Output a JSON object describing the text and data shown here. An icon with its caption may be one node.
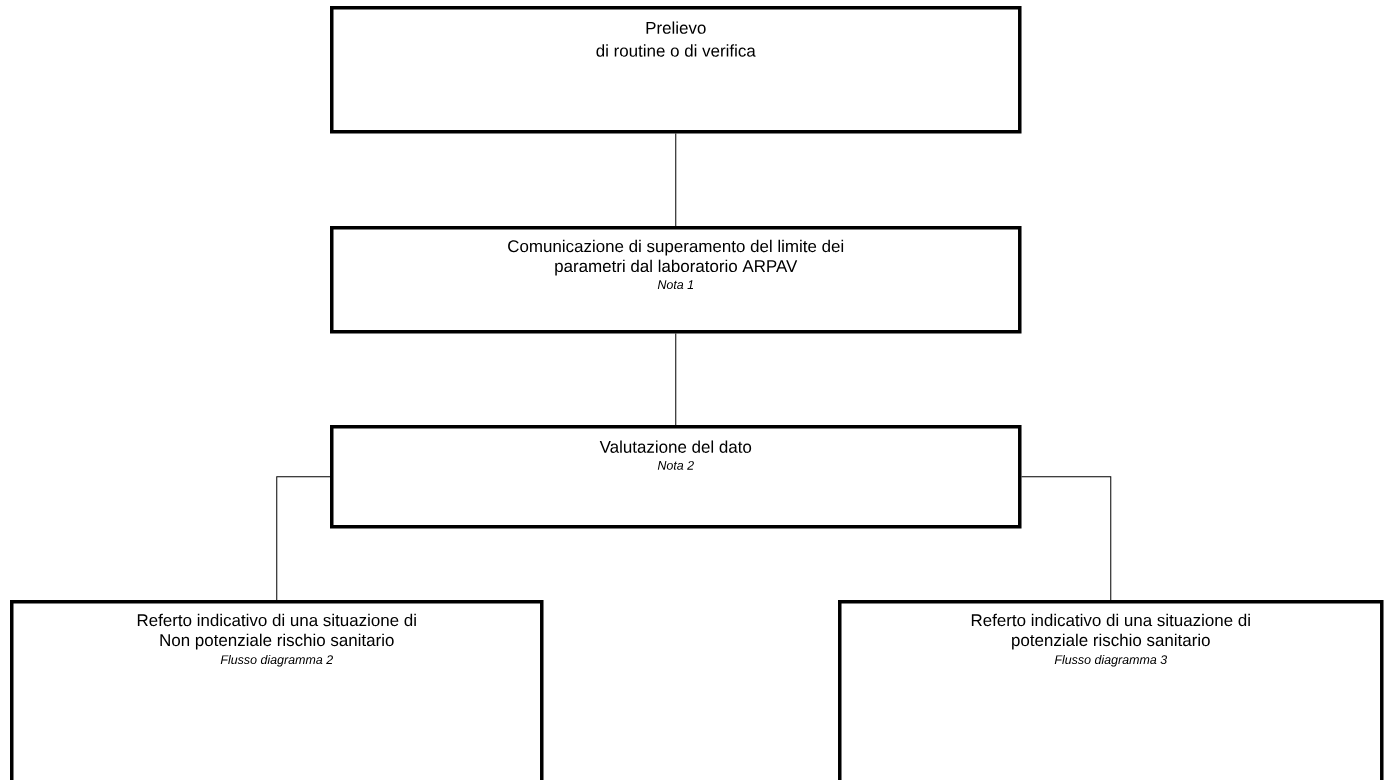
{
  "diagram": {
    "nodes": [
      {
        "text": [
          "Prelievo",
          "di routine o di verifica"
        ]
      },
      {
        "text": [
          "Comunicazione di superamento del limite dei parametri dal laboratorio ARPAV",
          "Nota 1"
        ]
      },
      {
        "text": [
          "Valutazione del dato",
          "Nota 2"
        ]
      },
      {
        "text": [
          "Referto indicativo di una situazione di Non potenziale rischio sanitario",
          "Flusso diagramma 2"
        ]
      },
      {
        "text": [
          "Referto indicativo di una situazione di potenziale rischio sanitario",
          "Flusso diagramma 3"
        ]
      }
    ],
    "edges": [
      {
        "from": 0,
        "to": 1,
        "arrow": "none"
      },
      {
        "from": 1,
        "to": 2,
        "arrow": "none"
      },
      {
        "from": 2,
        "to": 3,
        "arrow": "none"
      },
      {
        "from": 2,
        "to": 4,
        "arrow": "none"
      }
    ]
  }
}
